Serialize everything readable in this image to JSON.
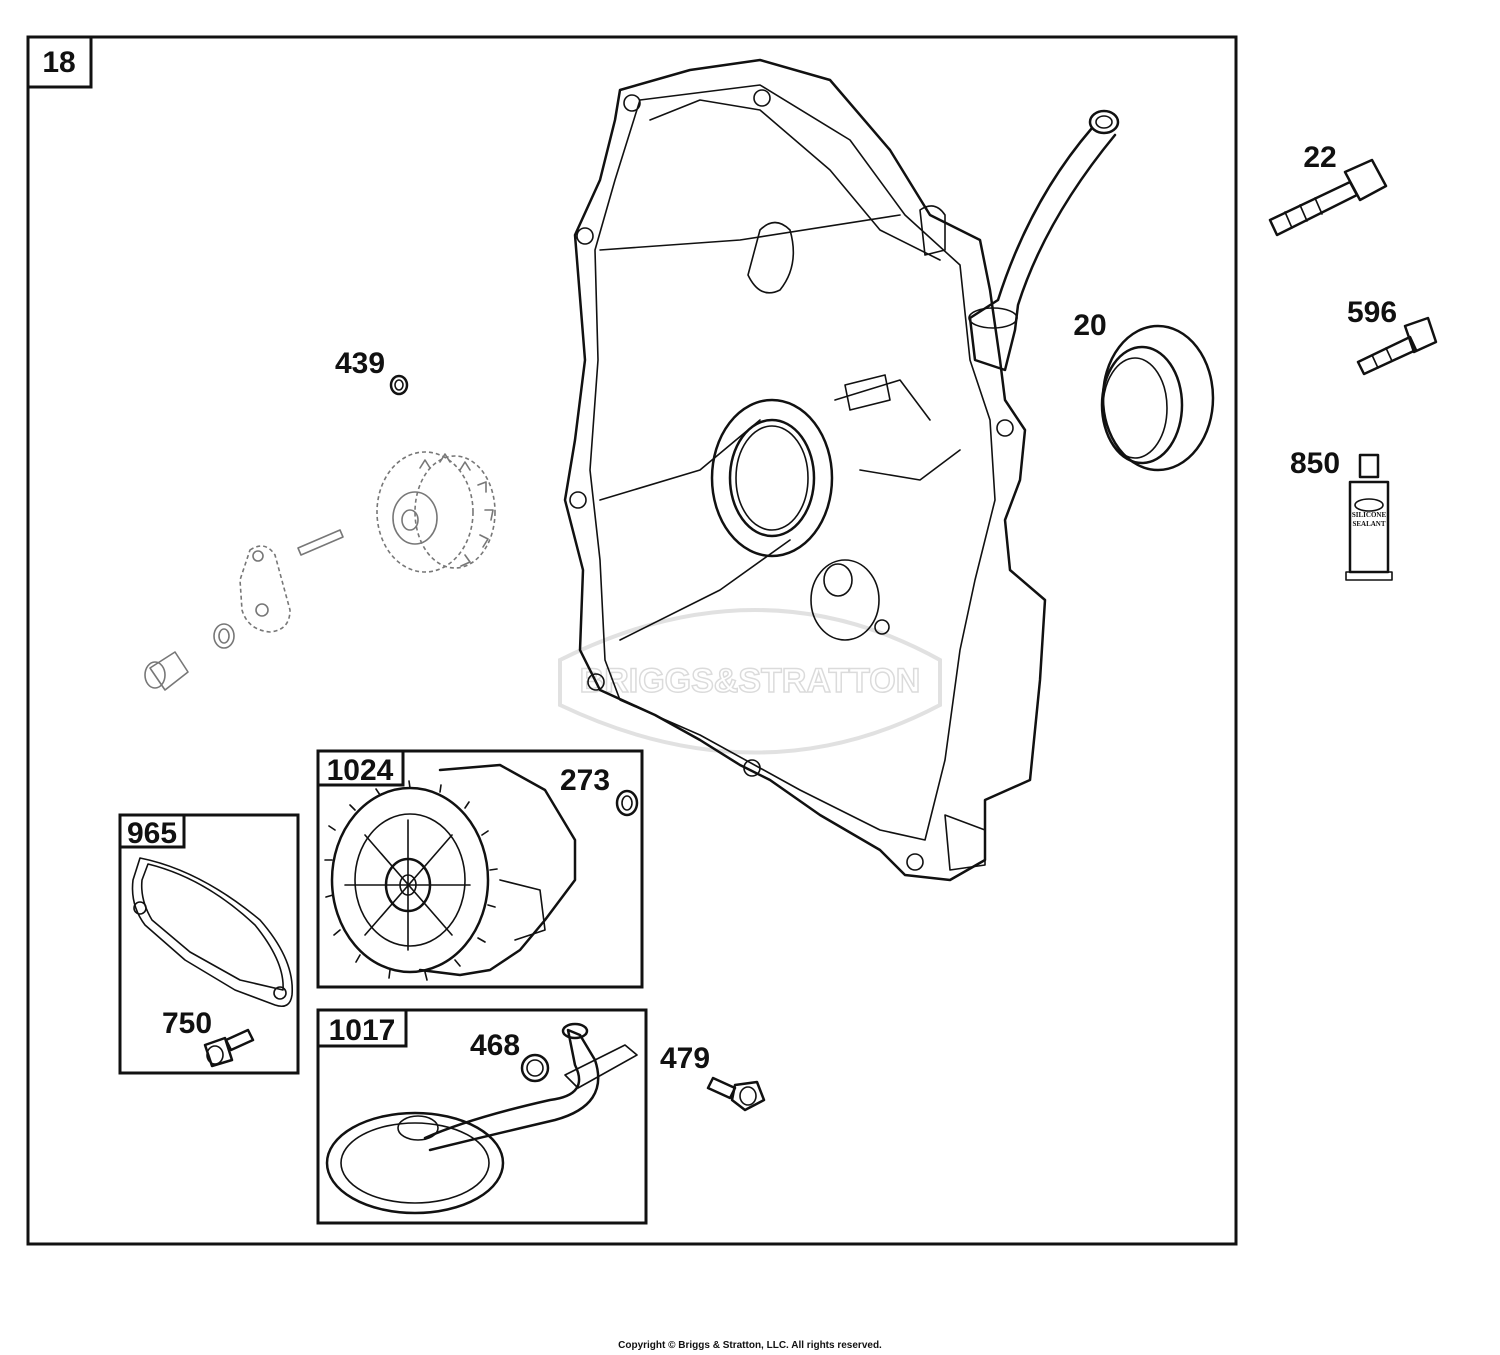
{
  "figure_number": "18",
  "watermark": "BRIGGS&STRATTON",
  "copyright": "Copyright © Briggs & Stratton, LLC. All rights reserved.",
  "callouts": {
    "p20": "20",
    "p22": "22",
    "p596": "596",
    "p850": "850",
    "p439": "439",
    "p273": "273",
    "p750": "750",
    "p468": "468",
    "p479": "479"
  },
  "sub_assemblies": {
    "a1024": "1024",
    "a965": "965",
    "a1017": "1017"
  },
  "sealant_tube_label": [
    "SILICONE",
    "SEALANT"
  ]
}
